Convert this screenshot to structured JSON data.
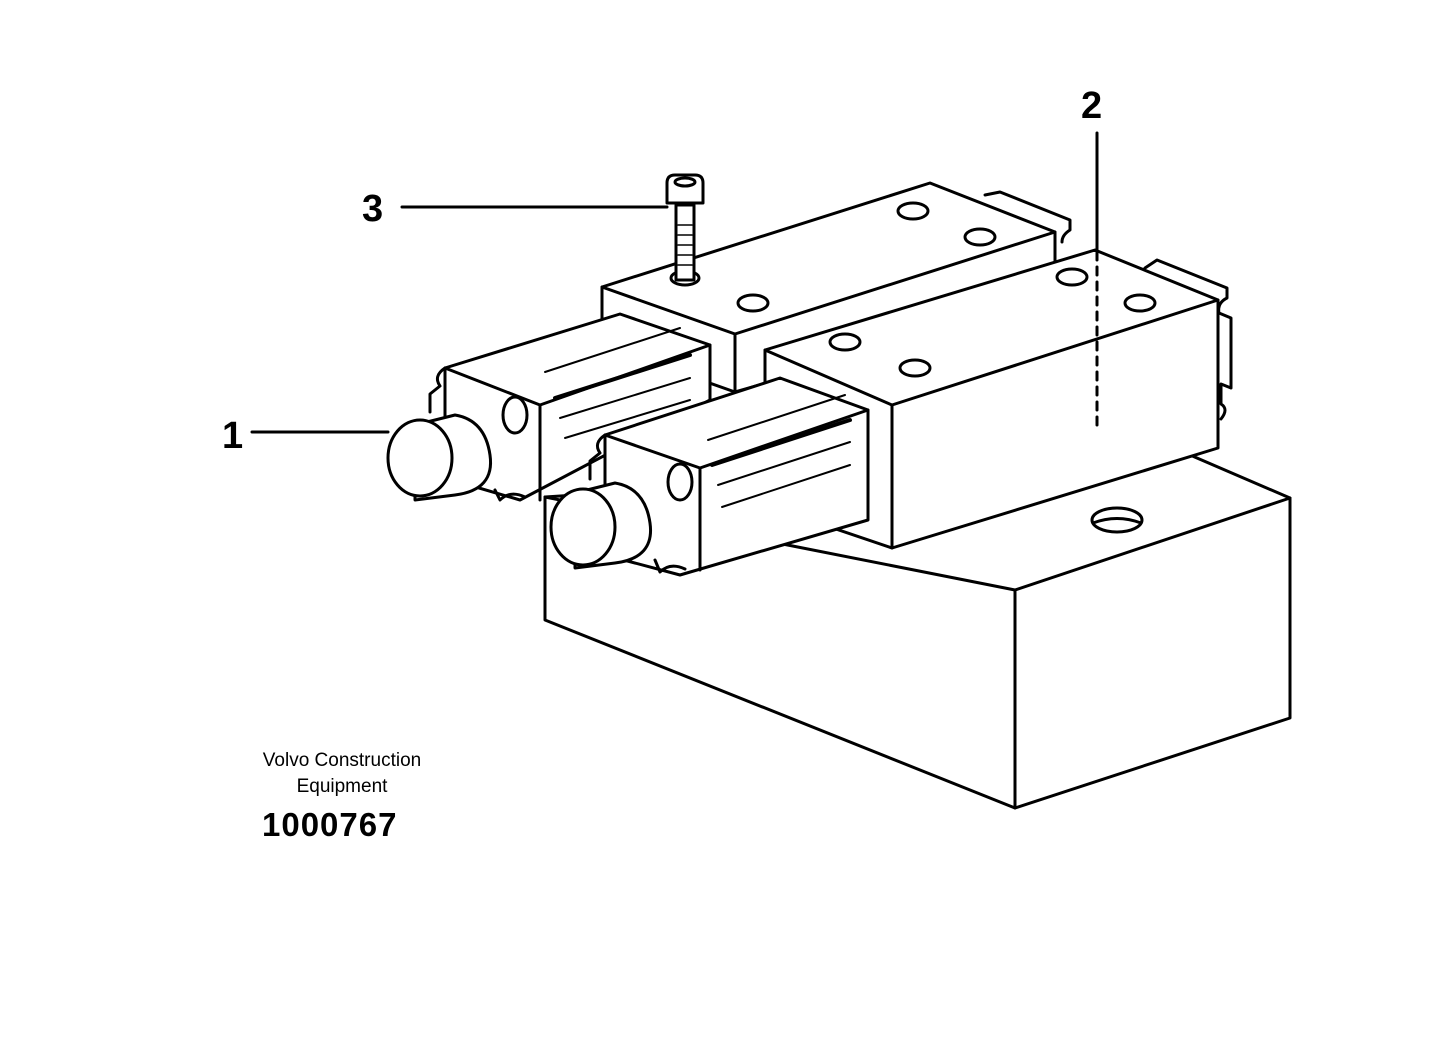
{
  "callouts": [
    {
      "id": "1",
      "label": "1"
    },
    {
      "id": "2",
      "label": "2"
    },
    {
      "id": "3",
      "label": "3"
    }
  ],
  "caption": {
    "line1": "Volvo Construction",
    "line2": "Equipment",
    "number": "1000767"
  }
}
